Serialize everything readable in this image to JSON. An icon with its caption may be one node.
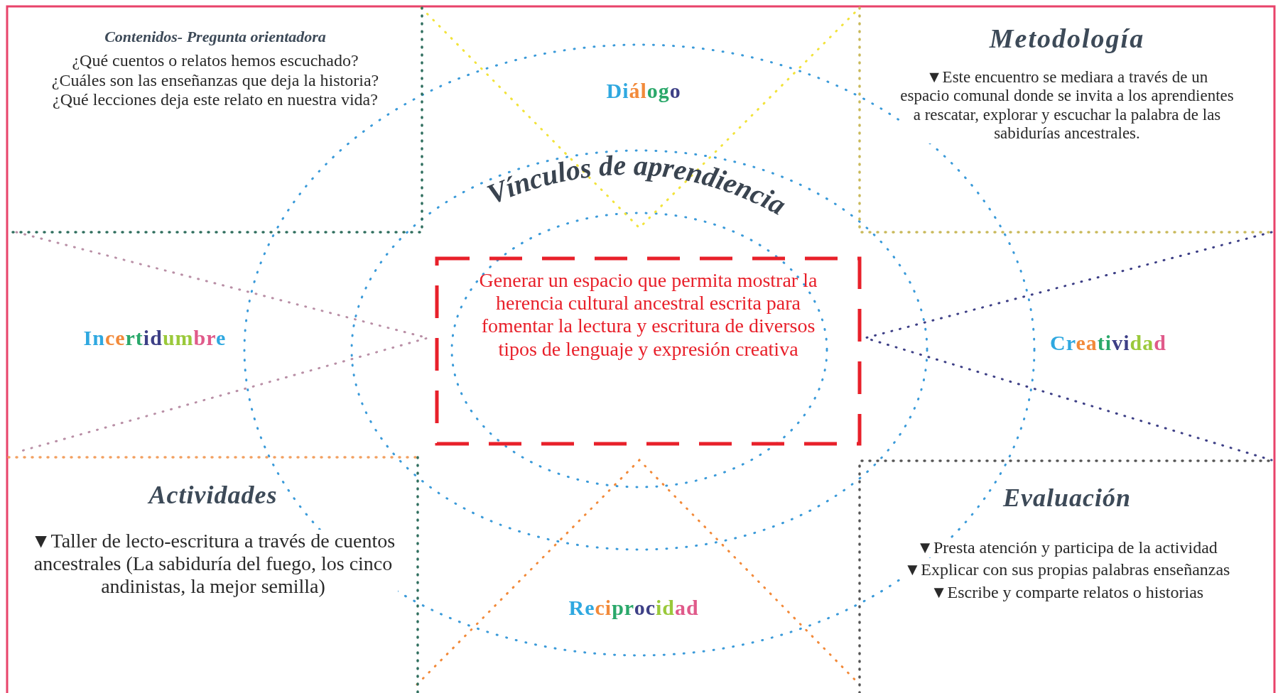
{
  "diagram": {
    "nodes": [
      {
        "text": [
          "Contenidos- Pregunta orientadora",
          "¿Qué cuentos o relatos hemos escuchado?",
          "¿Cuáles son las enseñanzas que deja la historia?",
          "¿Qué lecciones deja este relato en nuestra vida?"
        ]
      },
      {
        "text": [
          "Metodología",
          "▼Este encuentro se mediara a través de un espacio comunal donde se invita a los aprendientes a rescatar, explorar y escuchar la palabra de las sabidurías ancestrales."
        ]
      },
      {
        "text": [
          "Generar un espacio que permita mostrar la herencia cultural ancestral escrita para fomentar la lectura y escritura de diversos tipos de lenguaje y expresión creativa"
        ]
      },
      {
        "text": [
          "Actividades",
          "▼Taller de lecto-escritura a través de cuentos ancestrales (La sabiduría del fuego, los cinco andinistas, la mejor semilla)"
        ]
      },
      {
        "text": [
          "Evaluación",
          "▼Presta atención y participa de la actividad",
          "▼Explicar con sus propias palabras enseñanzas",
          "▼Escribe y comparte relatos o historias"
        ]
      }
    ],
    "labels": [
      "Diálogo",
      "Vínculos de aprendiencia",
      "Incertidumbre",
      "Creatividad",
      "Reciprocidad"
    ]
  }
}
